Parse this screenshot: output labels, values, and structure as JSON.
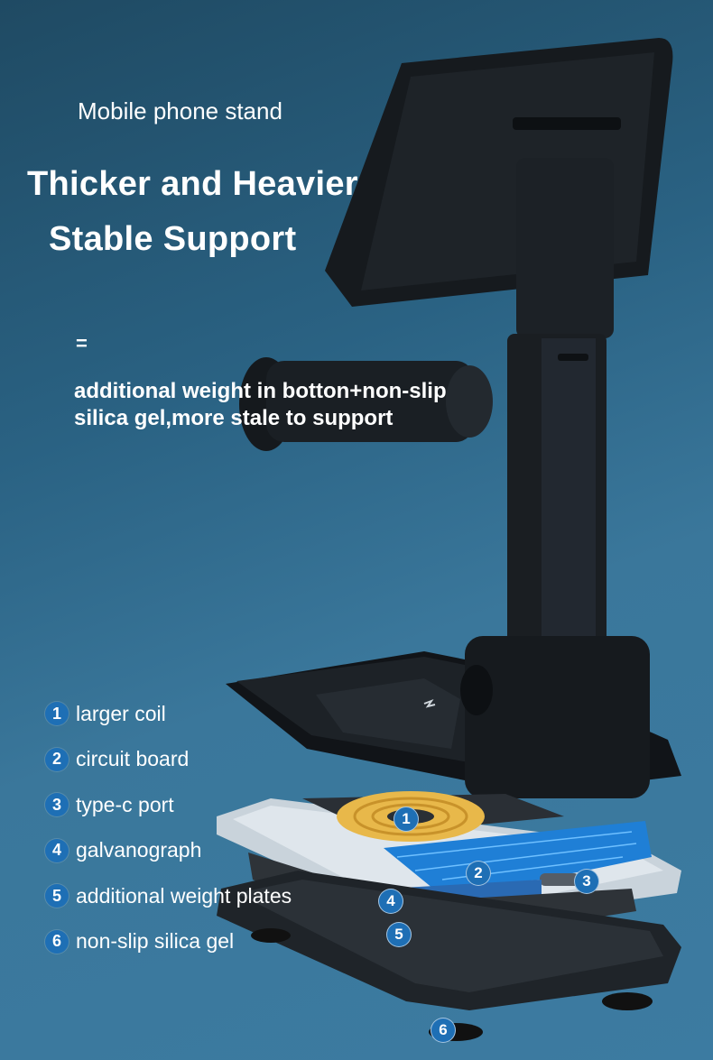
{
  "header": {
    "subtitle": "Mobile phone stand",
    "headline_line1": "Thicker and Heavier",
    "headline_line2": "Stable Support"
  },
  "feature": {
    "bullet": "=",
    "description_line1": "additional weight in botton+non-slip",
    "description_line2": "silica gel,more stale to support"
  },
  "legend": [
    {
      "number": "1",
      "label": "larger coil"
    },
    {
      "number": "2",
      "label": "circuit board"
    },
    {
      "number": "3",
      "label": "type-c port"
    },
    {
      "number": "4",
      "label": "galvanograph"
    },
    {
      "number": "5",
      "label": "additional weight plates"
    },
    {
      "number": "6",
      "label": "non-slip silica gel"
    }
  ],
  "colors": {
    "background": "#2a6283",
    "badge": "#1e6fb5",
    "coil": "#e8b84a",
    "circuit": "#1f7fd6"
  }
}
